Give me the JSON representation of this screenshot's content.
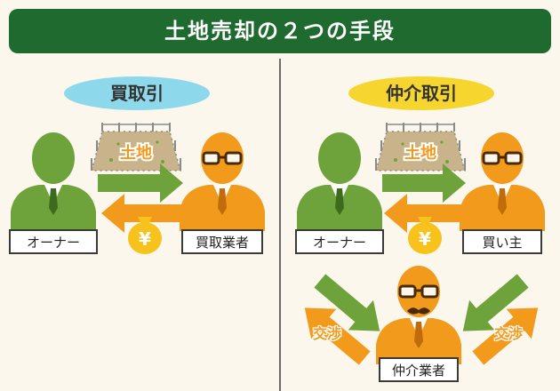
{
  "title": "土地売却の２つの手段",
  "left": {
    "heading": "買取引",
    "land_label": "土地",
    "yen": "¥",
    "owner_label": "オーナー",
    "buyer_label": "買取業者"
  },
  "right": {
    "heading": "仲介取引",
    "land_label": "土地",
    "yen": "¥",
    "owner_label": "オーナー",
    "buyer_label": "買い主",
    "broker_label": "仲介業者",
    "negotiation_left": "交渉",
    "negotiation_right": "交渉"
  },
  "colors": {
    "title_bg": "#1f6b2f",
    "green": "#6ea23a",
    "orange": "#f29a1c",
    "left_pill": "#8ed8ec",
    "right_pill": "#f6d52e",
    "background": "#fbf7ec"
  }
}
